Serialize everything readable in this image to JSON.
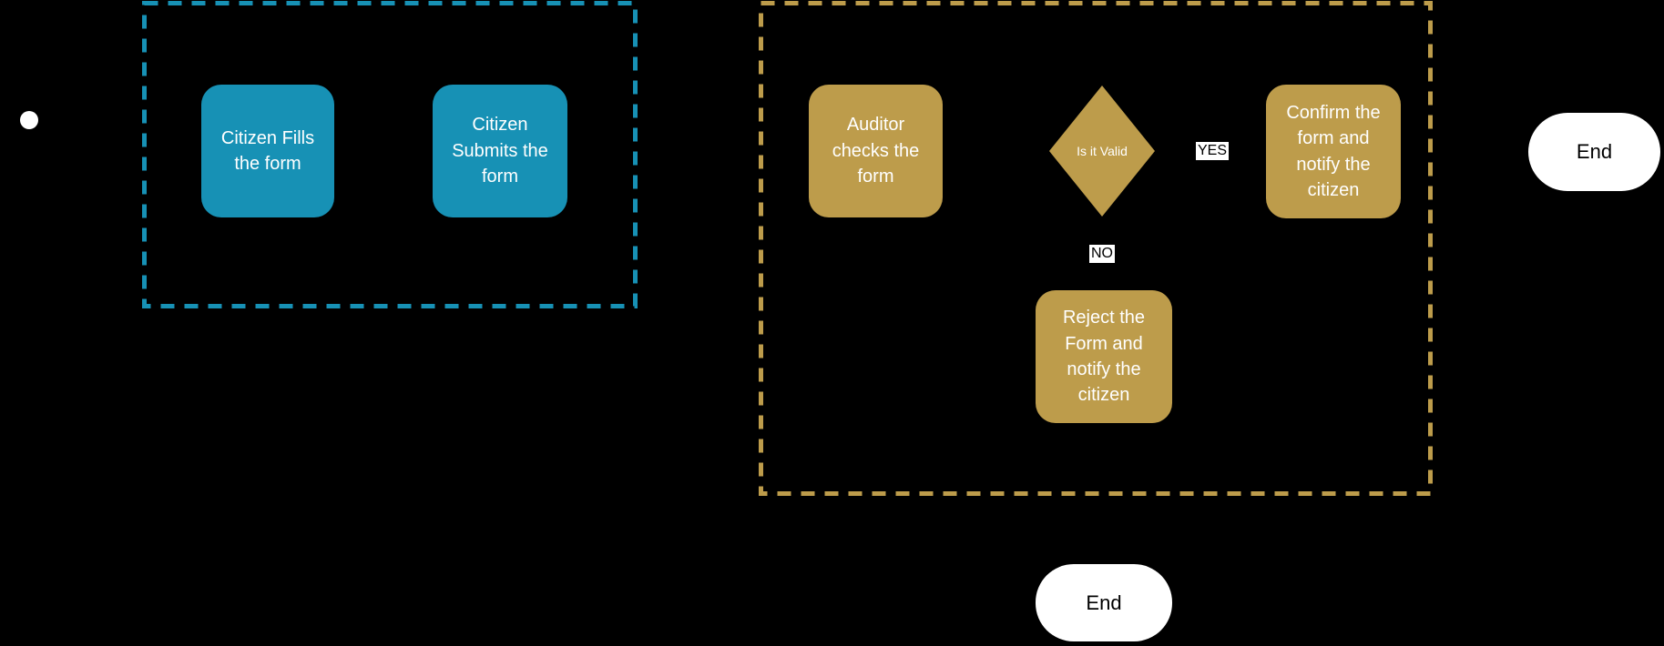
{
  "canvas": {
    "background": "#000000"
  },
  "colors": {
    "citizen_lane": "#1791B5",
    "auditor_lane": "#BD9C4B",
    "task_label": "#FFFFFF",
    "start_fill": "#FFFFFF",
    "end_fill": "#FFFFFF",
    "end_label": "#000000",
    "edge_chip_bg": "#FFFFFF",
    "edge_chip_text": "#000000"
  },
  "nodes": {
    "citizen_fills": {
      "label": "Citizen Fills the form"
    },
    "citizen_submits": {
      "label": "Citizen Submits the form"
    },
    "auditor_checks": {
      "label": "Auditor checks the form"
    },
    "gateway": {
      "label": "Is it Valid"
    },
    "confirm": {
      "label": "Confirm the form and notify the citizen"
    },
    "reject": {
      "label": "Reject the Form and notify the citizen"
    },
    "end_main": {
      "label": "End"
    },
    "end_reject": {
      "label": "End"
    }
  },
  "edge_labels": {
    "yes": "YES",
    "no": "NO"
  }
}
